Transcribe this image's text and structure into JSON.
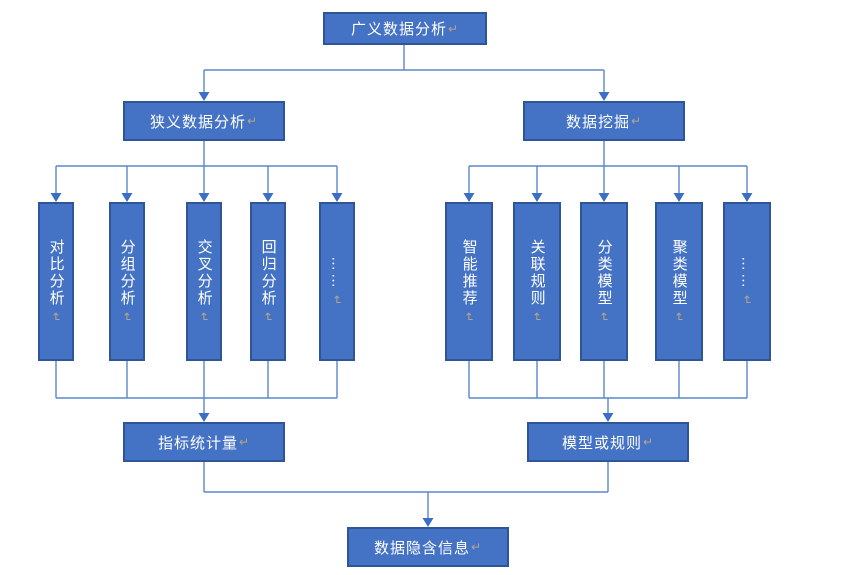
{
  "diagram": {
    "root": {
      "label": "广义数据分析"
    },
    "branches": {
      "left": {
        "label": "狭义数据分析"
      },
      "right": {
        "label": "数据挖掘"
      }
    },
    "left_methods": [
      {
        "label": "对比分析"
      },
      {
        "label": "分组分析"
      },
      {
        "label": "交叉分析"
      },
      {
        "label": "回归分析"
      },
      {
        "label": "……"
      }
    ],
    "right_methods": [
      {
        "label": "智能推荐"
      },
      {
        "label": "关联规则"
      },
      {
        "label": "分类模型"
      },
      {
        "label": "聚类模型"
      },
      {
        "label": "……"
      }
    ],
    "results": {
      "left": {
        "label": "指标统计量"
      },
      "right": {
        "label": "模型或规则"
      }
    },
    "final": {
      "label": "数据隐含信息"
    },
    "paragraph_mark": "↵",
    "colors": {
      "node_fill": "#4472C4",
      "node_border": "#2F5597",
      "connector": "#5B87CE",
      "arrow": "#3A6FC4",
      "text": "#FFFFFF",
      "mark": "#B8A488"
    }
  }
}
